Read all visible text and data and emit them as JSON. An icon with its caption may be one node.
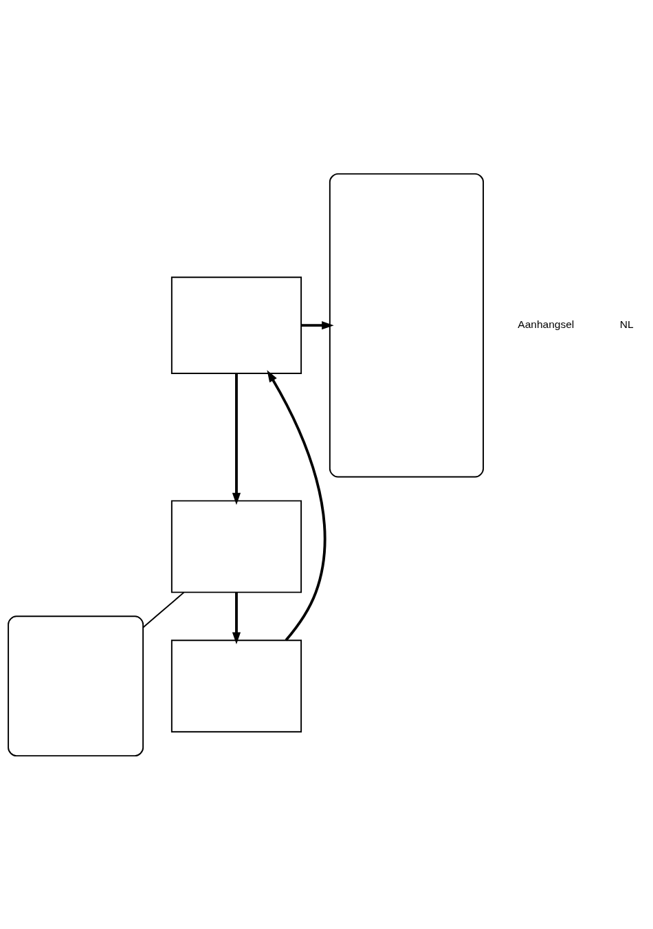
{
  "diagram": {
    "nodes": [
      {
        "text": [],
        "shape": "box"
      },
      {
        "text": [],
        "shape": "box"
      },
      {
        "text": [],
        "shape": "box"
      },
      {
        "text": [],
        "shape": "box"
      },
      {
        "text": [],
        "shape": "box"
      }
    ],
    "edges": [
      {
        "from": 0,
        "to": 1,
        "arrow": "to"
      },
      {
        "from": 1,
        "to": 2,
        "arrow": "none"
      },
      {
        "from": 1,
        "to": 3,
        "arrow": "to"
      },
      {
        "from": 3,
        "to": 0,
        "arrow": "to"
      },
      {
        "from": 0,
        "to": 4,
        "arrow": "to"
      }
    ],
    "labels": [
      "Aanhangsel",
      "NL"
    ]
  }
}
